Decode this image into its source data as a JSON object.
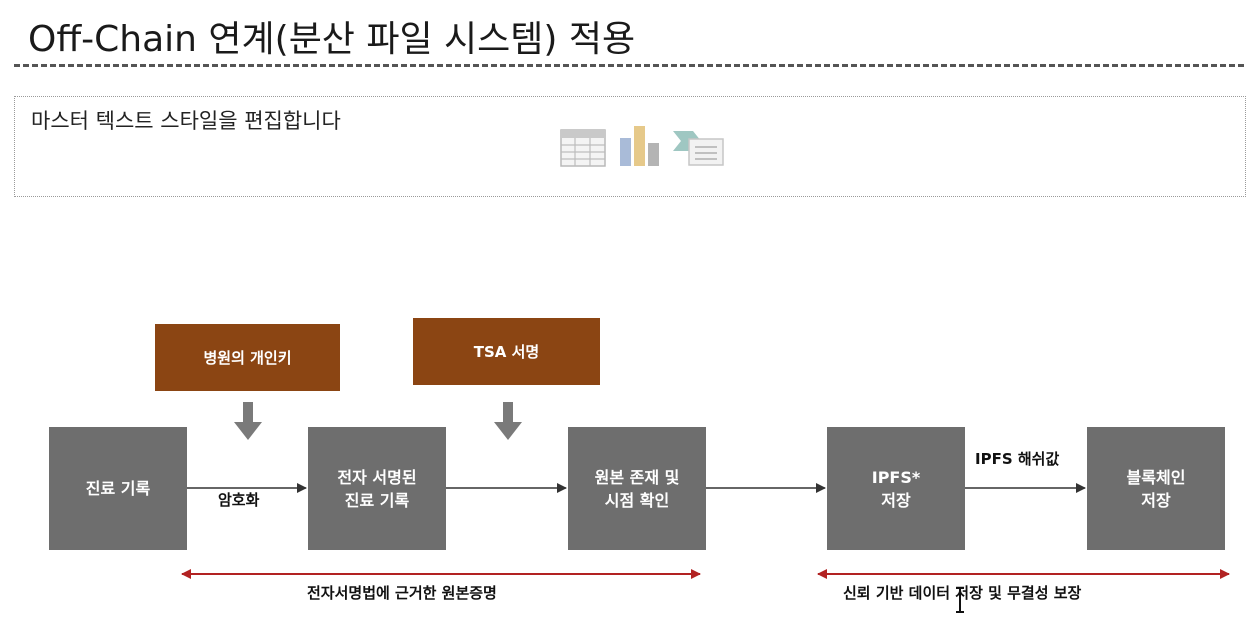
{
  "slide": {
    "title": "Off-Chain 연계(분산 파일 시스템) 적용",
    "placeholder_text": "마스터 텍스트 스타일을 편집합니다"
  },
  "placeholder_icons": [
    "table-icon",
    "chart-icon",
    "smartart-icon"
  ],
  "diagram": {
    "nodes": [
      {
        "id": "medical-record",
        "label": "진료 기록"
      },
      {
        "id": "signed-record",
        "label": "전자 서명된\n진료 기록"
      },
      {
        "id": "existence-check",
        "label": "원본 존재 및\n시점 확인"
      },
      {
        "id": "ipfs-store",
        "label": "IPFS*\n저장"
      },
      {
        "id": "blockchain-store",
        "label": "블록체인\n저장"
      }
    ],
    "keys": [
      {
        "id": "hospital-private-key",
        "label": "병원의 개인키"
      },
      {
        "id": "tsa-signature",
        "label": "TSA 서명"
      }
    ],
    "edge_labels": {
      "encrypt": "암호화",
      "ipfs_hash": "IPFS 해쉬값"
    },
    "spans": [
      {
        "label": "전자서명법에 근거한 원본증명"
      },
      {
        "label": "신뢰 기반 데이터 저장 및 무결성 보장"
      }
    ],
    "colors": {
      "node": "#6e6e6e",
      "key": "#8b4513",
      "span_arrow": "#b22222",
      "connector": "#333333"
    }
  }
}
